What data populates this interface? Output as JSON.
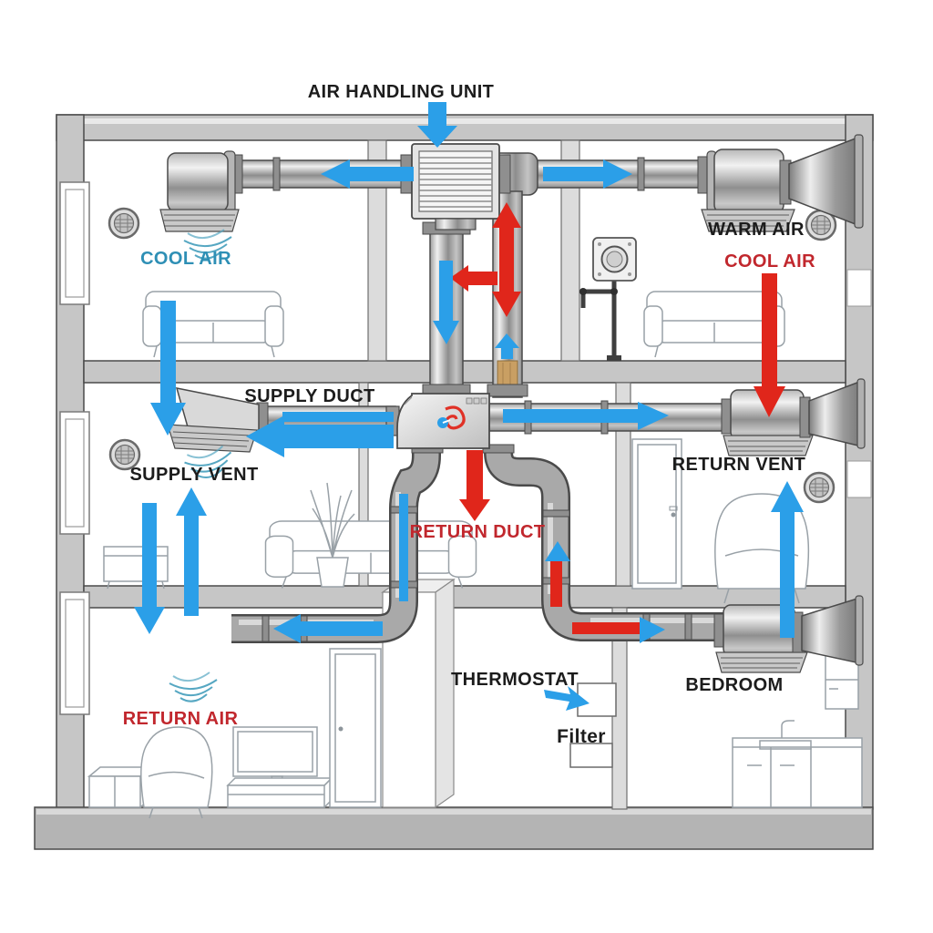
{
  "diagram": {
    "title": "AIR HANDLING UNIT",
    "labels": {
      "air_handling_unit": "AIR HANDLING UNIT",
      "cool_air_left": "COOL AIR",
      "warm_air": "WARM AIR",
      "cool_air_right": "COOL AIR",
      "supply_duct": "SUPPLY DUCT",
      "supply_vent": "SUPPLY VENT",
      "return_duct": "RETURN DUCT",
      "return_vent": "RETURN VENT",
      "return_air": "RETURN AIR",
      "thermostat": "THERMOSTAT",
      "filter": "Filter",
      "bedroom": "BEDROOM"
    },
    "colors": {
      "supply_flow_blue": "#2b9fe8",
      "return_flow_red": "#e0261b",
      "cool_air_text_teal": "#2e8fb5",
      "return_text_red": "#c1272d",
      "black_text": "#1c1c1c",
      "wall_gray": "#c6c6c6",
      "duct_gray": "#9a9a9a",
      "filter_media_tan": "#c99f63"
    },
    "icons": [
      "ceiling-vent-icon",
      "airflow-waves-icon",
      "wall-fan-icon",
      "fan-logo-icon",
      "down-arrow-icon",
      "up-arrow-icon",
      "left-arrow-icon",
      "right-arrow-icon",
      "pointer-arrow-icon"
    ]
  }
}
